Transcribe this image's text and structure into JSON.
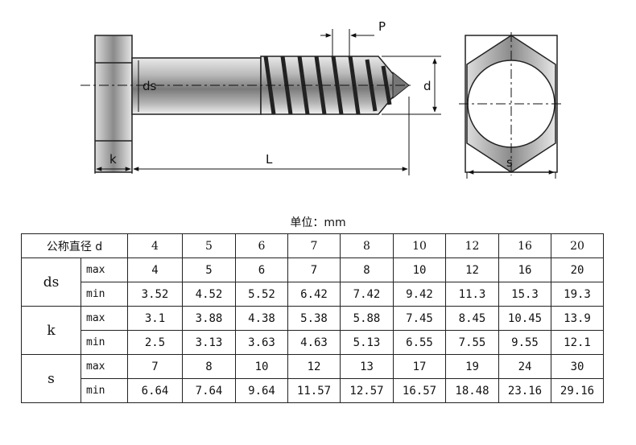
{
  "drawing": {
    "labels": {
      "p": "P",
      "d": "d",
      "ds": "ds",
      "k": "k",
      "l": "L",
      "s": "s"
    }
  },
  "unit_label": "单位：mm",
  "table": {
    "header": {
      "label": "公称直径 d",
      "values": [
        "4",
        "5",
        "6",
        "7",
        "8",
        "10",
        "12",
        "16",
        "20"
      ]
    },
    "groups": [
      {
        "name": "ds",
        "rows": [
          {
            "label": "max",
            "values": [
              "4",
              "5",
              "6",
              "7",
              "8",
              "10",
              "12",
              "16",
              "20"
            ]
          },
          {
            "label": "min",
            "values": [
              "3.52",
              "4.52",
              "5.52",
              "6.42",
              "7.42",
              "9.42",
              "11.3",
              "15.3",
              "19.3"
            ]
          }
        ]
      },
      {
        "name": "k",
        "rows": [
          {
            "label": "max",
            "values": [
              "3.1",
              "3.88",
              "4.38",
              "5.38",
              "5.88",
              "7.45",
              "8.45",
              "10.45",
              "13.9"
            ]
          },
          {
            "label": "min",
            "values": [
              "2.5",
              "3.13",
              "3.63",
              "4.63",
              "5.13",
              "6.55",
              "7.55",
              "9.55",
              "12.1"
            ]
          }
        ]
      },
      {
        "name": "s",
        "rows": [
          {
            "label": "max",
            "values": [
              "7",
              "8",
              "10",
              "12",
              "13",
              "17",
              "19",
              "24",
              "30"
            ]
          },
          {
            "label": "min",
            "values": [
              "6.64",
              "7.64",
              "9.64",
              "11.57",
              "12.57",
              "16.57",
              "18.48",
              "23.16",
              "29.16"
            ]
          }
        ]
      }
    ]
  }
}
